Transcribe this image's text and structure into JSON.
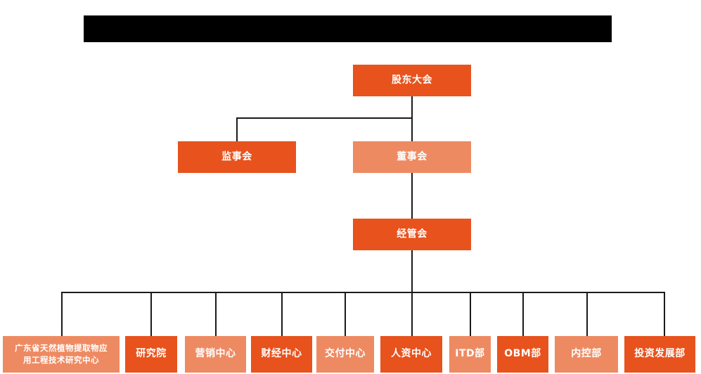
{
  "diagram": {
    "title_bar": {
      "name": "redacted-title-bar",
      "redacted": true,
      "text": ""
    },
    "background_color": "#ffffff",
    "colors": {
      "primary_dark_orange": "#E8521D",
      "secondary_light_orange": "#EE8A62",
      "connector": "#1a1a1a",
      "text": "#ffffff",
      "redaction": "#000000"
    },
    "levels": [
      {
        "level": 1,
        "nodes": [
          {
            "id": "shareholders-meeting",
            "label": "股东大会",
            "fill": "dark"
          }
        ]
      },
      {
        "level": 2,
        "nodes": [
          {
            "id": "board-of-supervisors",
            "label": "监事会",
            "fill": "dark"
          },
          {
            "id": "board-of-directors",
            "label": "董事会",
            "fill": "light"
          }
        ]
      },
      {
        "level": 3,
        "nodes": [
          {
            "id": "management-committee",
            "label": "经管会",
            "fill": "dark"
          }
        ]
      },
      {
        "level": 4,
        "nodes": [
          {
            "id": "guangdong-research-center",
            "label": "广东省天然植物提取物应\n用工程技术研究中心",
            "fill": "light"
          },
          {
            "id": "research-institute",
            "label": "研究院",
            "fill": "dark"
          },
          {
            "id": "marketing-center",
            "label": "营销中心",
            "fill": "light"
          },
          {
            "id": "finance-center",
            "label": "财经中心",
            "fill": "dark"
          },
          {
            "id": "delivery-center",
            "label": "交付中心",
            "fill": "light"
          },
          {
            "id": "hr-center",
            "label": "人资中心",
            "fill": "dark"
          },
          {
            "id": "itd-department",
            "label": "ITD部",
            "fill": "light"
          },
          {
            "id": "obm-department",
            "label": "OBM部",
            "fill": "dark"
          },
          {
            "id": "internal-control-department",
            "label": "内控部",
            "fill": "light"
          },
          {
            "id": "investment-development-department",
            "label": "投资发展部",
            "fill": "dark"
          }
        ]
      }
    ]
  }
}
